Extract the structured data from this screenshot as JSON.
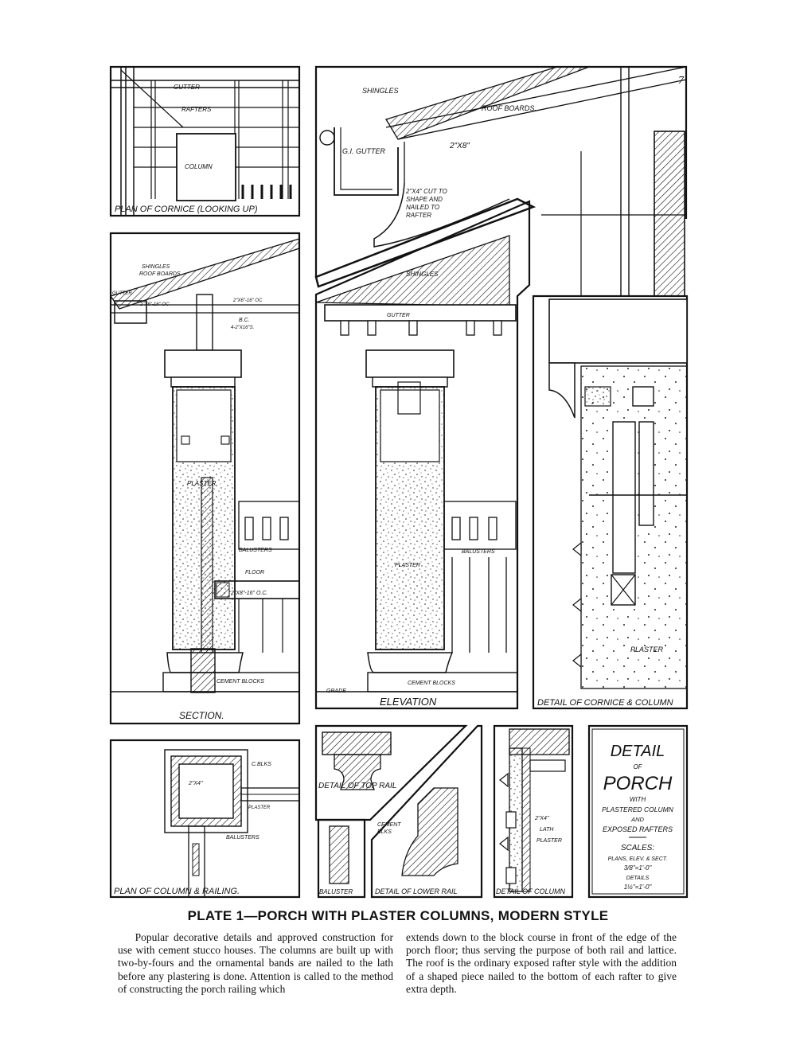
{
  "page_number": "7",
  "caption": "PLATE 1—PORCH WITH PLASTER COLUMNS, MODERN STYLE",
  "body_left": "Popular decorative details and approved construction for use with cement stucco houses. The columns are built up with two-by-fours and the ornamental bands are nailed to the lath before any plastering is done. Attention is called to the method of constructing the porch railing which",
  "body_right": "extends down to the block course in front of the edge of the porch floor; thus serving the purpose of both rail and lattice. The roof is the ordinary exposed rafter style with the addition of a shaped piece nailed to the bottom of each rafter to give extra depth.",
  "labels": {
    "plan_cornice": "PLAN OF CORNICE (LOOKING UP)",
    "gutter": "GUTTER",
    "rafters": "RAFTERS",
    "column": "COLUMN",
    "shingles": "SHINGLES",
    "roof_boards": "ROOF BOARDS.",
    "gi_gutter": "G.I. GUTTER",
    "two_by_eight": "2\"X8\"",
    "cut_to_shape_1": "2\"X4\" CUT TO",
    "cut_to_shape_2": "SHAPE AND",
    "cut_to_shape_3": "NAILED TO",
    "cut_to_shape_4": "RAFTER",
    "sec_shingles": "SHINGLES",
    "sec_roof_boards": "ROOF BOARDS",
    "sec_gutter": "GUTTER",
    "sec_rafter_spacing": "2\"X6\"-16\" OC",
    "sec_ceiling_joist": "2\"X6\"-16\" OC",
    "bc": "B.C.",
    "bc_size": "4-2\"X16\"S.",
    "plaster_sec": "PLASTER",
    "balusters_sec": "BALUSTERS",
    "floor": "FLOOR",
    "floor_joist": "2\"X8\"-16\" O.C.",
    "cement_blocks_sec": "CEMENT BLOCKS",
    "section": "SECTION.",
    "elev_shingles": "SHINGLES",
    "elev_gutter": "GUTTER",
    "elev_plaster": "PLASTER",
    "elev_balusters": "BALUSTERS",
    "grade": "GRADE",
    "elev_cement_blocks": "CEMENT BLOCKS",
    "elevation": "ELEVATION",
    "detail_plaster": "PLASTER",
    "detail_cornice_column": "DETAIL OF CORNICE & COLUMN",
    "c_blks": "C.BLKS",
    "plan_2x4": "2\"X4\"",
    "plan_plaster": "PLASTER",
    "plan_balusters": "BALUSTERS",
    "plan_column_railing": "PLAN OF COLUMN & RAILING.",
    "detail_top_rail": "DETAIL OF TOP RAIL",
    "baluster": "BALUSTER",
    "lower_cement": "CEMENT",
    "lower_blks": "BLKS",
    "detail_lower_rail": "DETAIL OF LOWER RAIL",
    "col_2x4": "2\"X4\"",
    "col_lath": "LATH",
    "col_plaster": "PLASTER",
    "detail_column": "DETAIL OF COLUMN",
    "title_detail": "DETAIL",
    "title_of": "OF",
    "title_porch": "PORCH",
    "title_with": "WITH",
    "title_plastered": "PLASTERED COLUMN",
    "title_and": "AND",
    "title_exposed": "EXPOSED RAFTERS",
    "scales": "SCALES:",
    "scale_plans": "PLANS, ELEV. & SECT.",
    "scale_plans_value": "3/8\"=1'-0\"",
    "scale_details": "DETAILS",
    "scale_details_value": "1½\"=1'-0\""
  }
}
